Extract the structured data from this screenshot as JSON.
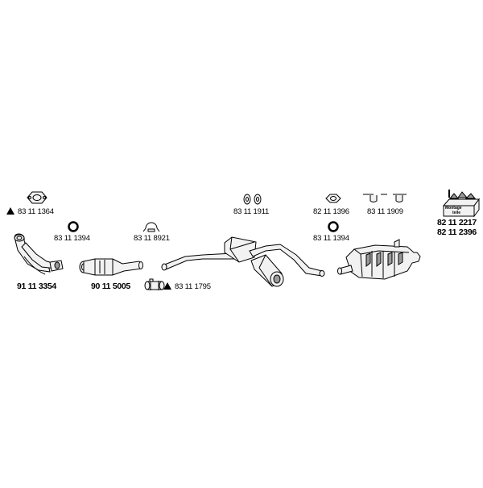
{
  "parts": {
    "p1": "83 11 1364",
    "p2": "83 11 1394",
    "p3": "83 11 8921",
    "p4": "83 11 1911",
    "p5": "82 11 1396",
    "p6": "83 11 1909",
    "p7": "83 11 1394",
    "p8": "83 11 1795",
    "p9": "91 11 3354",
    "p10": "90 11 5005",
    "p11": "82 11 2217",
    "p12": "82 11 2396"
  },
  "kit": {
    "box_label_1": "Montage",
    "box_label_2": "teile"
  }
}
